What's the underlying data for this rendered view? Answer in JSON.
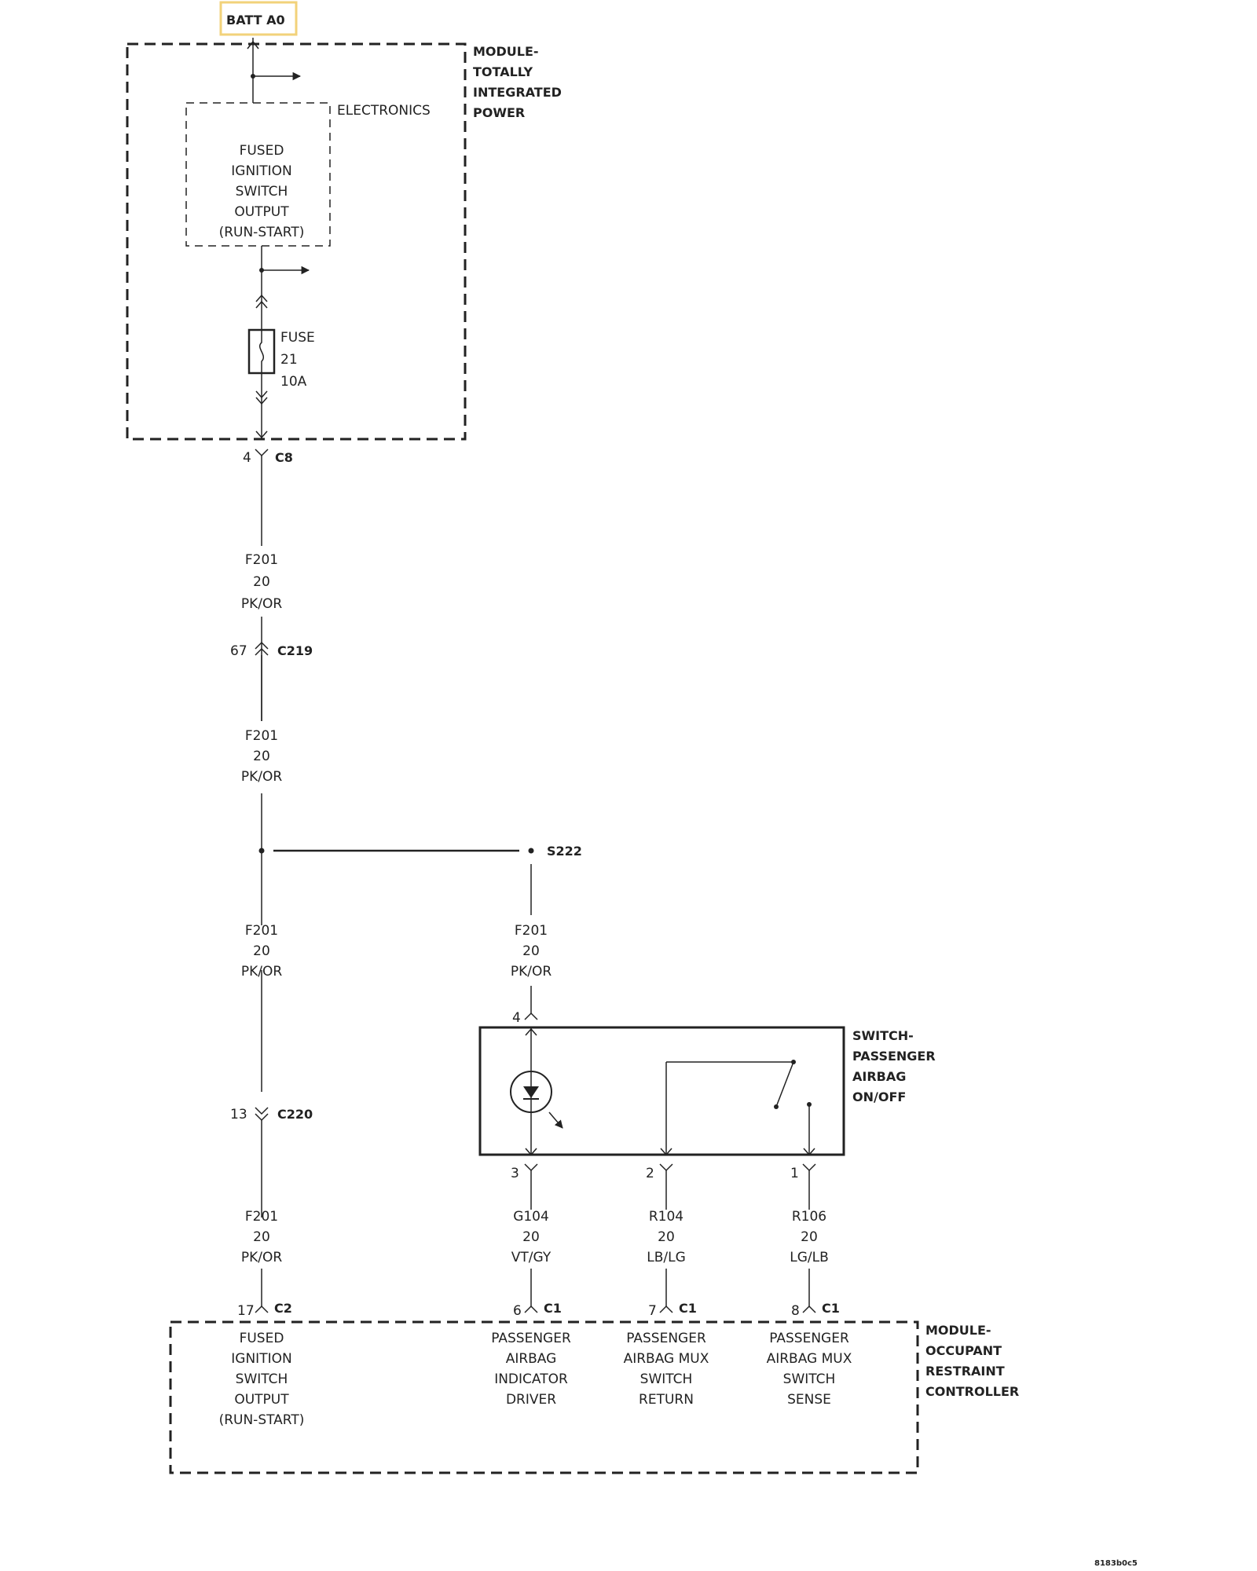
{
  "batt_label": "BATT A0",
  "tip_module": {
    "title_lines": [
      "MODULE-",
      "TOTALLY",
      "INTEGRATED",
      "POWER"
    ],
    "electronics_label": "ELECTRONICS",
    "fused_output_lines": [
      "FUSED",
      "IGNITION",
      "SWITCH",
      "OUTPUT",
      "(RUN-START)"
    ],
    "fuse": {
      "label": "FUSE",
      "number": "21",
      "rating": "10A"
    }
  },
  "connectors": {
    "c8": {
      "pin": "4",
      "name": "C8"
    },
    "c219": {
      "pin": "67",
      "name": "C219"
    },
    "c220": {
      "pin": "13",
      "name": "C220"
    },
    "c2": {
      "pin": "17",
      "name": "C2"
    },
    "switch_pin4": "4",
    "switch_pin3": "3",
    "switch_pin2": "2",
    "switch_pin1": "1",
    "c1_pin6": {
      "pin": "6",
      "name": "C1"
    },
    "c1_pin7": {
      "pin": "7",
      "name": "C1"
    },
    "c1_pin8": {
      "pin": "8",
      "name": "C1"
    }
  },
  "splice": {
    "name": "S222"
  },
  "wires": {
    "f201_a": [
      "F201",
      "20",
      "PK/OR"
    ],
    "f201_b": [
      "F201",
      "20",
      "PK/OR"
    ],
    "f201_c": [
      "F201",
      "20",
      "PK/OR"
    ],
    "f201_d": [
      "F201",
      "20",
      "PK/OR"
    ],
    "f201_e": [
      "F201",
      "20",
      "PK/OR"
    ],
    "g104": [
      "G104",
      "20",
      "VT/GY"
    ],
    "r104": [
      "R104",
      "20",
      "LB/LG"
    ],
    "r106": [
      "R106",
      "20",
      "LG/LB"
    ]
  },
  "switch_module": {
    "title_lines": [
      "SWITCH-",
      "PASSENGER",
      "AIRBAG",
      "ON/OFF"
    ]
  },
  "orc_module": {
    "title_lines": [
      "MODULE-",
      "OCCUPANT",
      "RESTRAINT",
      "CONTROLLER"
    ],
    "col_fused": [
      "FUSED",
      "IGNITION",
      "SWITCH",
      "OUTPUT",
      "(RUN-START)"
    ],
    "col_indicator": [
      "PASSENGER",
      "AIRBAG",
      "INDICATOR",
      "DRIVER"
    ],
    "col_mux_return": [
      "PASSENGER",
      "AIRBAG MUX",
      "SWITCH",
      "RETURN"
    ],
    "col_mux_sense": [
      "PASSENGER",
      "AIRBAG MUX",
      "SWITCH",
      "SENSE"
    ]
  },
  "figure_id": "8183b0c5",
  "colors": {
    "highlight": "#f2d27a",
    "line": "#222222"
  }
}
